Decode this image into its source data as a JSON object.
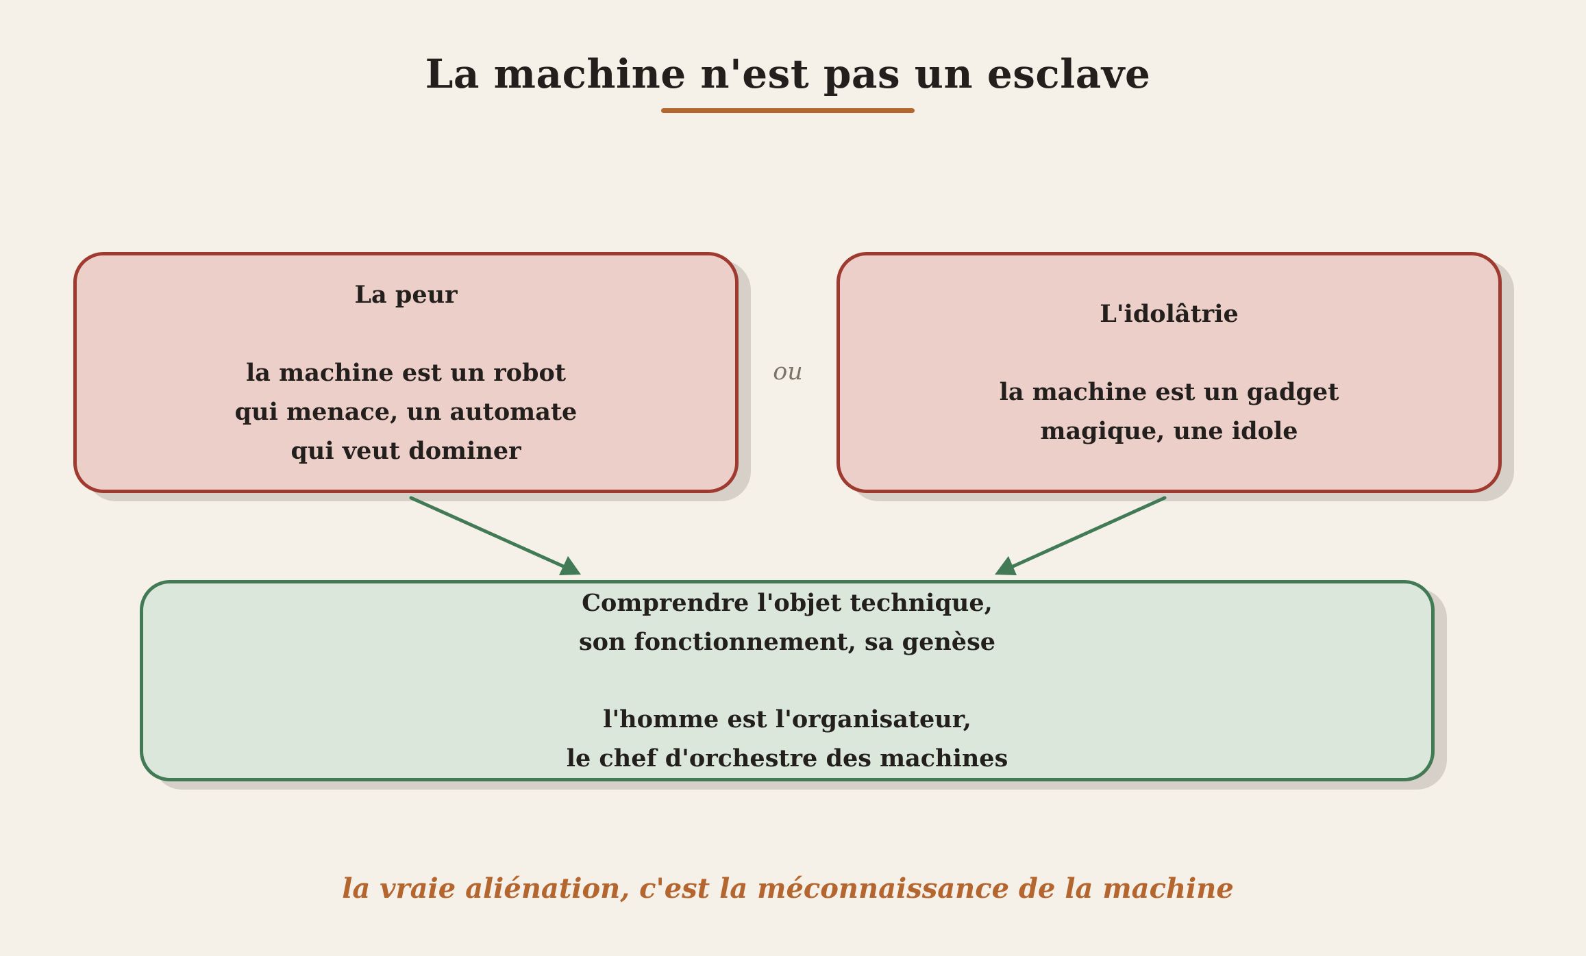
{
  "title": "La machine n'est pas un esclave",
  "box_fear": {
    "heading": "La peur",
    "lines": [
      "la machine est un robot",
      "qui menace, un automate",
      "qui veut dominer"
    ]
  },
  "separator": "ou",
  "box_idolatry": {
    "heading": "L'idolâtrie",
    "lines": [
      "la machine est un gadget",
      "magique, une idole"
    ]
  },
  "box_understand": {
    "lines_top": [
      "Comprendre l'objet technique,",
      "son fonctionnement, sa genèse"
    ],
    "lines_bottom": [
      "l'homme est l'organisateur,",
      "le chef d'orchestre des machines"
    ]
  },
  "conclusion": "la vraie aliénation, c'est la méconnaissance de la machine",
  "colors": {
    "background": "#f5f0e8",
    "accent": "#b5652e",
    "error_border": "#9e3a30",
    "error_fill": "#edcfca",
    "success_border": "#417a55",
    "success_fill": "#dae7da"
  }
}
